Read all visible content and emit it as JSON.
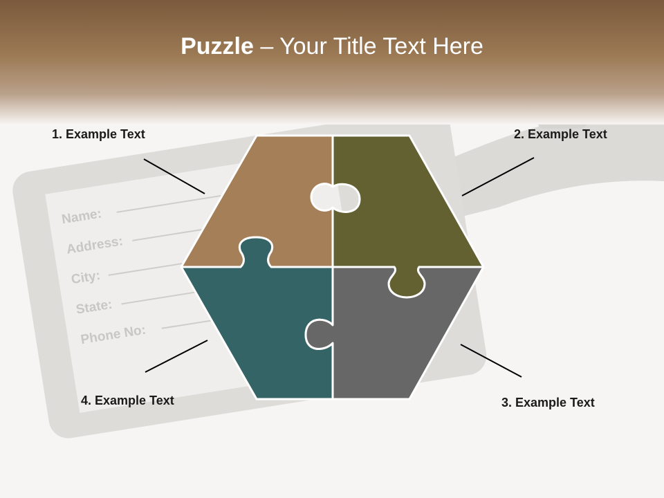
{
  "slide": {
    "title_bold": "Puzzle",
    "title_rest": " – Your Title Text Here"
  },
  "tag_fields": [
    "Name:",
    "Address:",
    "City:",
    "State:",
    "Phone No:"
  ],
  "labels": {
    "item1": "1. Example Text",
    "item2": "2. Example Text",
    "item3": "3. Example Text",
    "item4": "4. Example Text"
  },
  "colors": {
    "header_brown": "#8c6a45",
    "piece_top_left": "#a57f58",
    "piece_top_right": "#636131",
    "piece_bottom_left": "#346466",
    "piece_bottom_right": "#676767"
  }
}
